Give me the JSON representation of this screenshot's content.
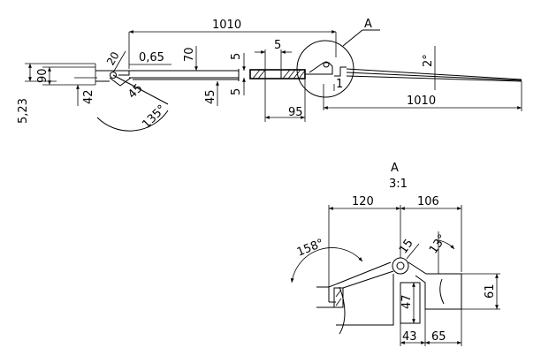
{
  "drawing": {
    "dimensions_main": {
      "d1010_top": "1010",
      "d1010_bottom": "1010",
      "d20": "20",
      "d065": "0,65",
      "d70": "70",
      "d5_top": "5",
      "d5_mid": "5",
      "d5_low": "5",
      "d90": "90",
      "d42": "42",
      "d523": "5,23",
      "d45_vert": "45",
      "d45_angle": "45",
      "d135": "135°",
      "d95": "95",
      "d1": "1",
      "d2deg": "2°"
    },
    "callout_label": "A",
    "detail": {
      "title": "A",
      "scale": "3:1",
      "d120": "120",
      "d106": "106",
      "d158": "158°",
      "d15": "15",
      "d13": "13°",
      "d61": "61",
      "d47": "47",
      "d43": "43",
      "d65": "65"
    }
  }
}
